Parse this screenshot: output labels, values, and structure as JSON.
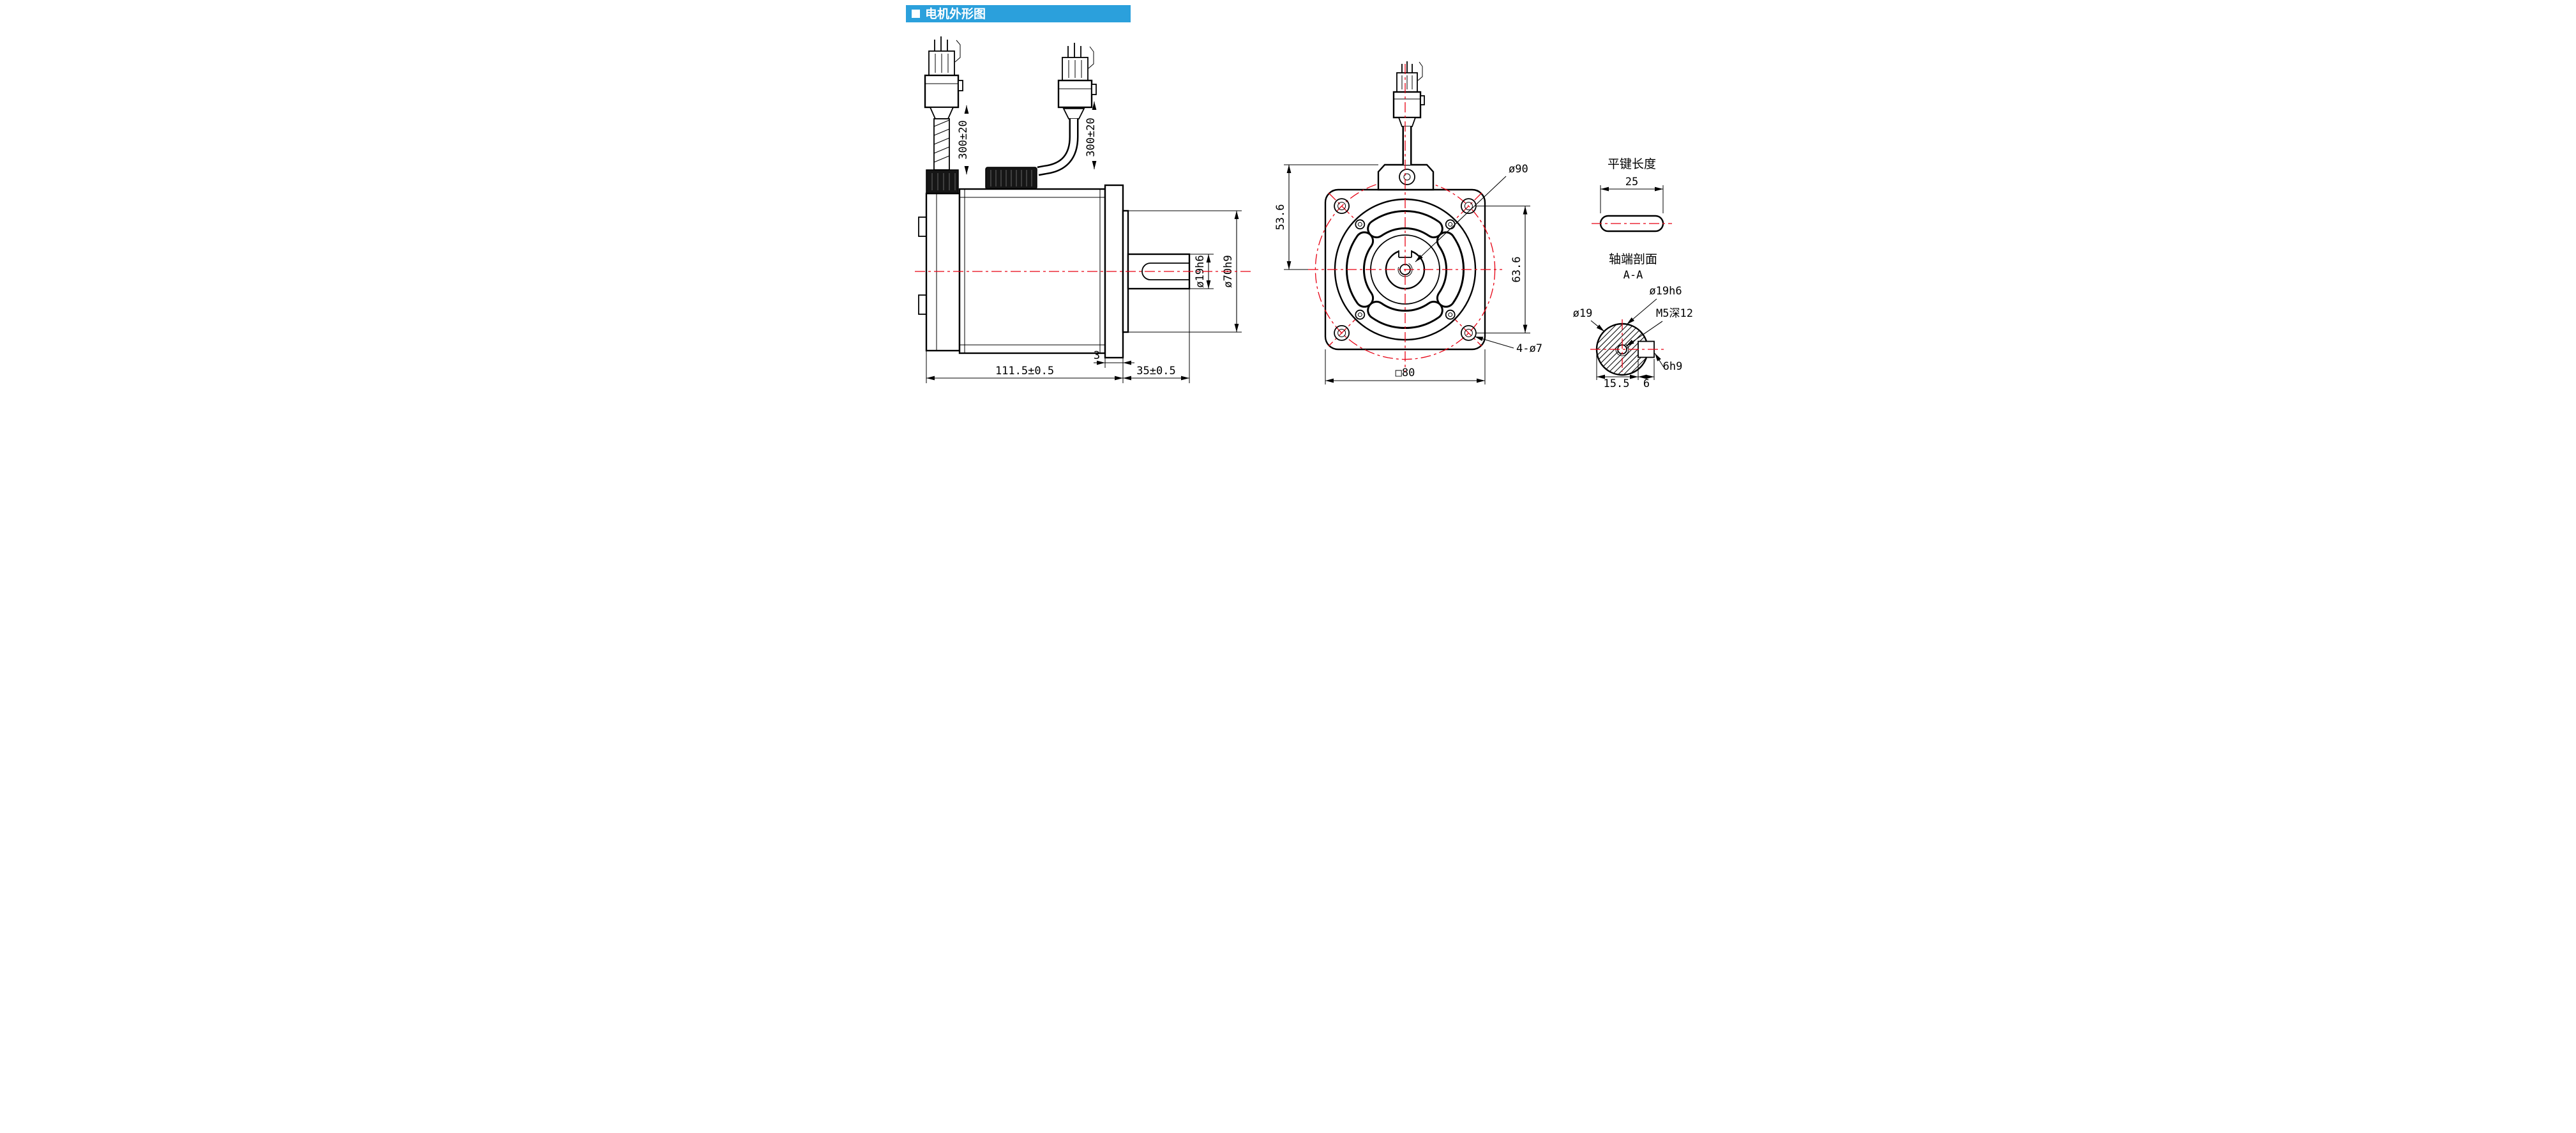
{
  "header": {
    "title": "电机外形图",
    "bg_color": "#2ba0dc"
  },
  "side_view": {
    "cable1_length": "300±20",
    "cable2_length": "300±20",
    "shaft_diameter": "ø19h6",
    "pilot_diameter": "ø70h9",
    "pilot_depth": "3",
    "body_length": "111.5±0.5",
    "shaft_length": "35±0.5"
  },
  "front_view": {
    "center_height": "53.6",
    "bolt_circle_diameter": "ø90",
    "hole_spacing": "63.6",
    "mounting_holes": "4-ø7",
    "flange_size": "□80"
  },
  "key_detail": {
    "title": "平键长度",
    "key_length": "25"
  },
  "shaft_section": {
    "title": "轴端剖面",
    "section_label": "A-A",
    "shaft_diameter_tol": "ø19h6",
    "shaft_diameter": "ø19",
    "tapped_hole": "M5深12",
    "key_width": "6h9",
    "keyway_depth": "15.5",
    "keyway_width": "6"
  },
  "colors": {
    "accent": "#2ba0dc",
    "centerline": "#e60012",
    "line": "#000000"
  }
}
